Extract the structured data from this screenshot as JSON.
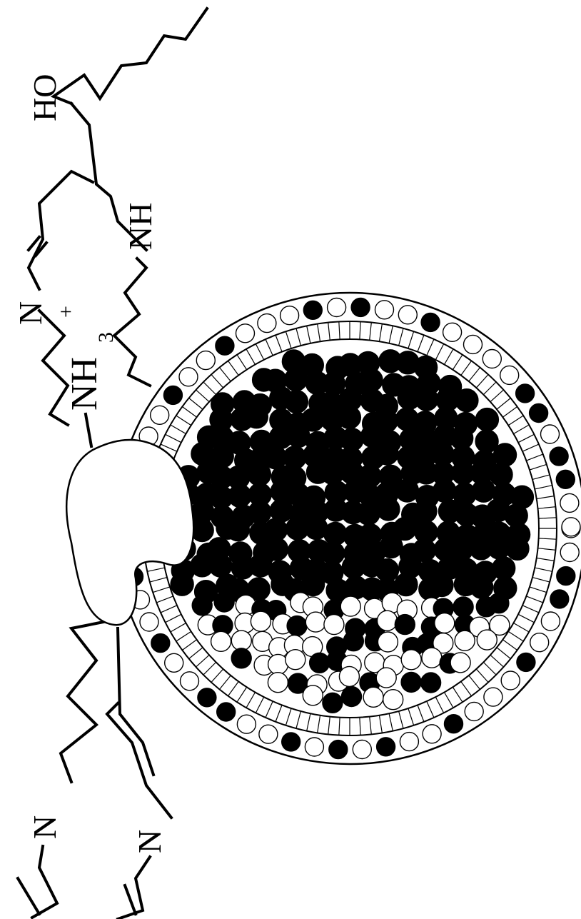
{
  "figure": {
    "labels": {
      "hydroxyl": "HO",
      "amine_secondary": "NH",
      "ammonium_base": "NH",
      "ammonium_subscript": "3",
      "ammonium_charge": "+",
      "imine_top": "N",
      "imine_bottom_left": "N",
      "imine_bottom_right": "N"
    },
    "colors": {
      "ink": "#000000",
      "paper": "#ffffff"
    }
  }
}
